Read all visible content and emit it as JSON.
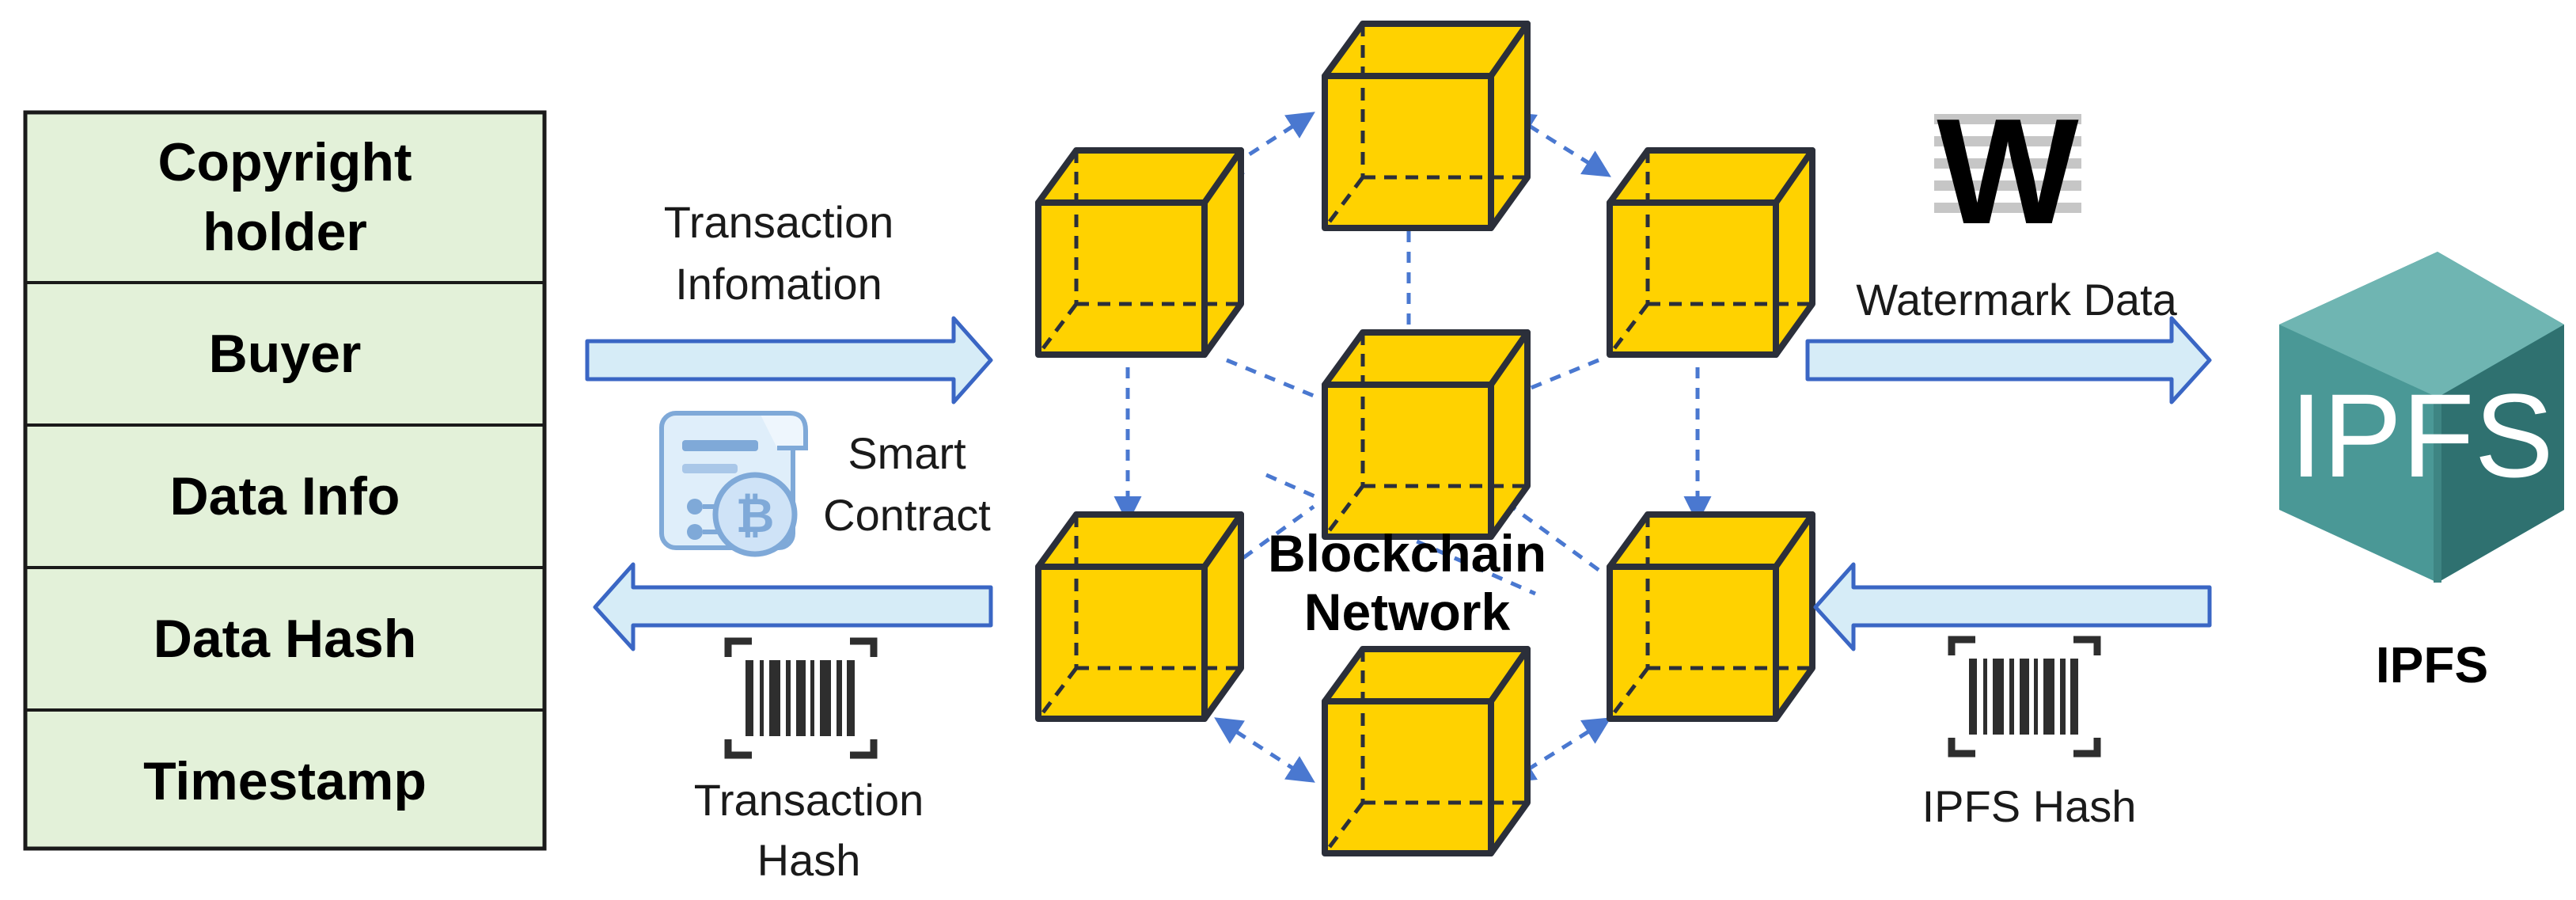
{
  "record_table": {
    "rows": [
      {
        "line1": "Copyright",
        "line2": "holder"
      },
      {
        "line1": "Buyer",
        "line2": ""
      },
      {
        "line1": "Data Info",
        "line2": ""
      },
      {
        "line1": "Data Hash",
        "line2": ""
      },
      {
        "line1": "Timestamp",
        "line2": ""
      }
    ]
  },
  "labels": {
    "transaction_info_1": "Transaction",
    "transaction_info_2": "Infomation",
    "smart_contract_1": "Smart",
    "smart_contract_2": "Contract",
    "transaction_hash_1": "Transaction",
    "transaction_hash_2": "Hash",
    "blockchain_1": "Blockchain",
    "blockchain_2": "Network",
    "watermark_data": "Watermark Data",
    "ipfs_hash": "IPFS Hash",
    "ipfs_caption": "IPFS"
  },
  "logos": {
    "watermark_letter": "W",
    "ipfs_logo_text": "IPFS"
  },
  "icons": {
    "smart_contract": "smart-contract-bitcoin-icon",
    "barcode": "barcode-scan-icon",
    "block": "cube-block-icon"
  },
  "colors": {
    "table_fill": "#e3f1d9",
    "arrow_fill": "#d6ecf7",
    "arrow_stroke": "#3a66c4",
    "cube_fill": "#ffd200",
    "cube_stroke": "#2b2f3a",
    "link_color": "#4a78d0",
    "ipfs_teal": "#4a9896",
    "ipfs_teal_light": "#6fb5b2",
    "ipfs_teal_dark": "#2f7170"
  }
}
